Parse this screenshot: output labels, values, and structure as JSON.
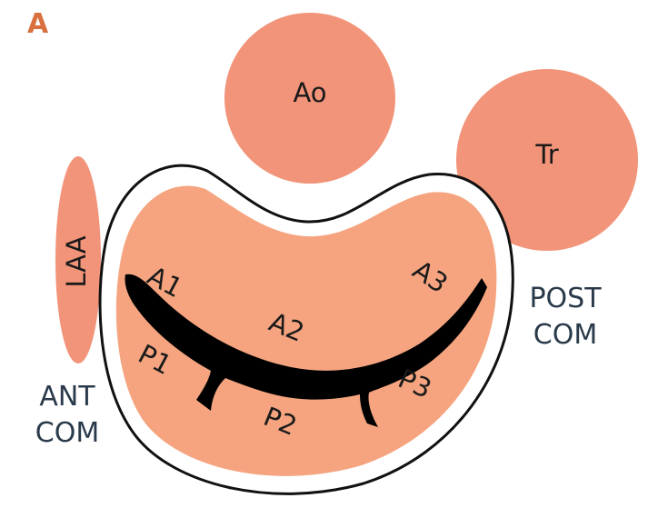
{
  "panel_label": "A",
  "structures": {
    "aorta": "Ao",
    "tricuspid": "Tr",
    "left_atrial_appendage": "LAA"
  },
  "commissures": {
    "anterior_line1": "ANT",
    "anterior_line2": "COM",
    "posterior_line1": "POST",
    "posterior_line2": "COM"
  },
  "scallops": {
    "a1": "A1",
    "a2": "A2",
    "a3": "A3",
    "p1": "P1",
    "p2": "P2",
    "p3": "P3"
  },
  "colors": {
    "circle_fill": "#F29479",
    "valve_fill": "#F5A47F",
    "panel_label": "#D9703F",
    "coaptation_line": "#000000"
  }
}
